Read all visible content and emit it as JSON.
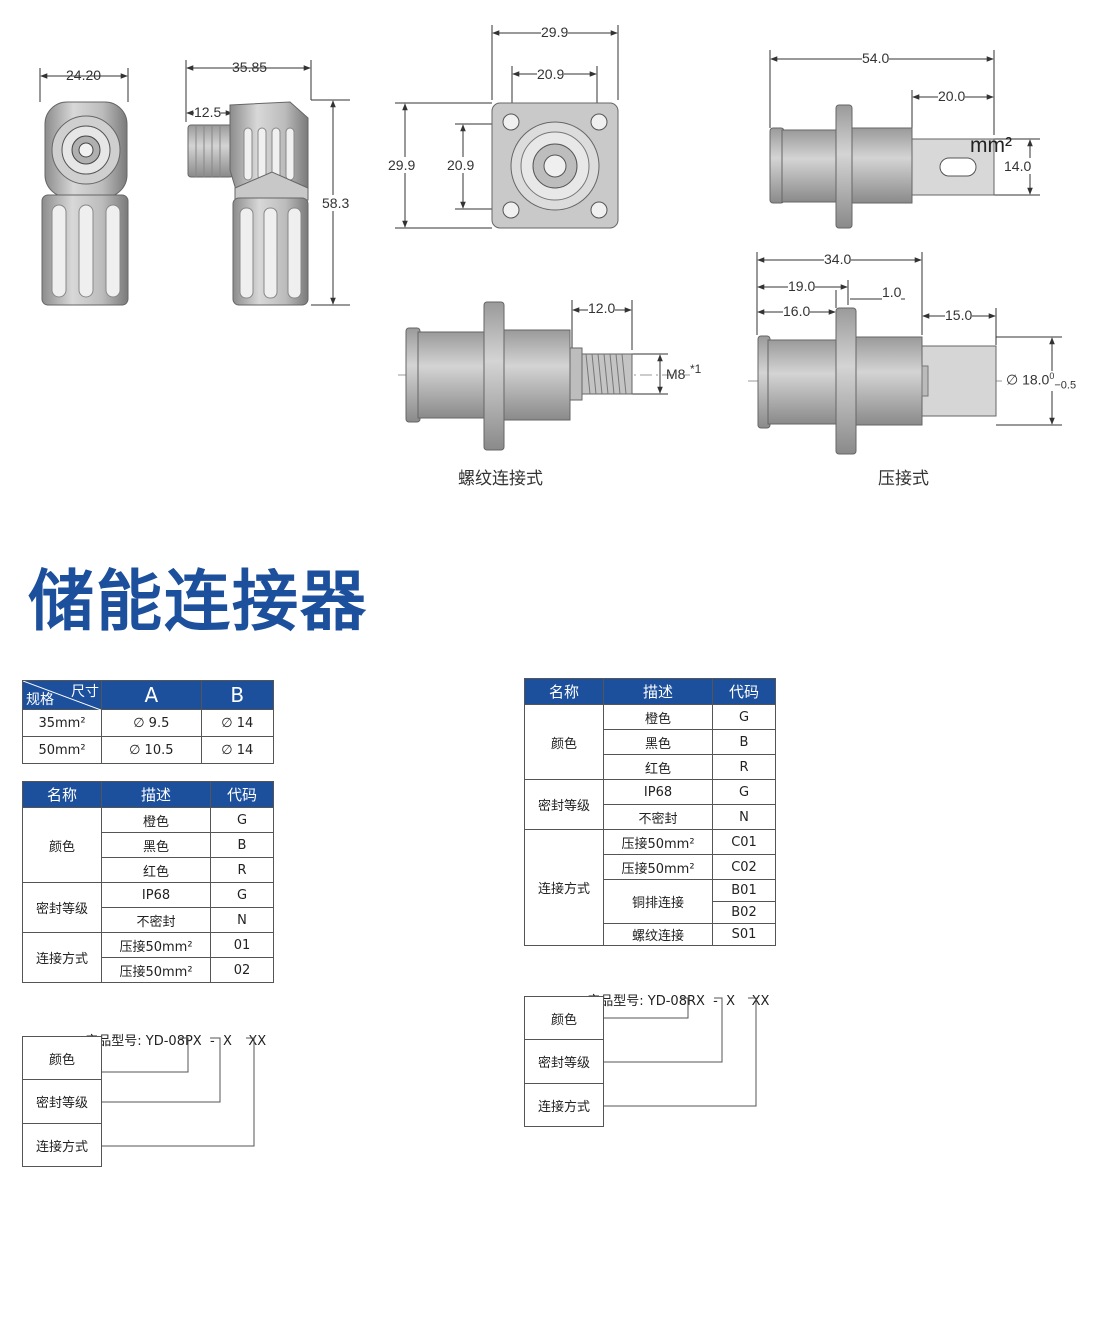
{
  "drawings": {
    "angled": {
      "dims": {
        "front_width": "24.20",
        "side_width": "35.85",
        "nose_length": "12.5",
        "height": "58.3"
      }
    },
    "flange": {
      "dims": {
        "outer_w": "29.9",
        "inner_w": "20.9",
        "outer_h": "29.9",
        "inner_h": "20.9"
      }
    },
    "copper_bar": {
      "dims": {
        "length": "54.0",
        "tab_length": "20.0",
        "tab_height": "14.0",
        "unit_label": "mm²"
      }
    },
    "screw": {
      "dims": {
        "thread_length": "12.0",
        "thread": "M8",
        "thread_mark": "*1"
      },
      "caption": "螺纹连接式"
    },
    "crimp": {
      "dims": {
        "total": "34.0",
        "d19": "19.0",
        "d16": "16.0",
        "d1": "1.0",
        "d15": "15.0",
        "dia_symbol": "∅",
        "dia": "18.0",
        "tol_upper": "0",
        "tol_lower": "−0.5"
      },
      "caption": "压接式"
    }
  },
  "section_title": "储能连接器",
  "size_table": {
    "corner_top": "尺寸",
    "corner_bottom": "规格",
    "headers": [
      "A",
      "B"
    ],
    "rows": [
      {
        "spec": "35mm²",
        "a": "∅ 9.5",
        "b": "∅ 14"
      },
      {
        "spec": "50mm²",
        "a": "∅ 10.5",
        "b": "∅ 14"
      }
    ]
  },
  "left_table": {
    "headers": [
      "名称",
      "描述",
      "代码"
    ],
    "groups": [
      {
        "name": "颜色",
        "items": [
          {
            "desc": "橙色",
            "code": "G"
          },
          {
            "desc": "黑色",
            "code": "B"
          },
          {
            "desc": "红色",
            "code": "R"
          }
        ]
      },
      {
        "name": "密封等级",
        "items": [
          {
            "desc": "IP68",
            "code": "G"
          },
          {
            "desc": "不密封",
            "code": "N"
          }
        ]
      },
      {
        "name": "连接方式",
        "items": [
          {
            "desc": "压接50mm²",
            "code": "01"
          },
          {
            "desc": "压接50mm²",
            "code": "02"
          }
        ]
      }
    ]
  },
  "right_table": {
    "headers": [
      "名称",
      "描述",
      "代码"
    ],
    "groups": [
      {
        "name": "颜色",
        "items": [
          {
            "desc": "橙色",
            "code": "G"
          },
          {
            "desc": "黑色",
            "code": "B"
          },
          {
            "desc": "红色",
            "code": "R"
          }
        ]
      },
      {
        "name": "密封等级",
        "items": [
          {
            "desc": "IP68",
            "code": "G"
          },
          {
            "desc": "不密封",
            "code": "N"
          }
        ]
      },
      {
        "name": "连接方式",
        "items": [
          {
            "desc": "压接50mm²",
            "code": "C01"
          },
          {
            "desc": "压接50mm²",
            "code": "C02"
          },
          {
            "desc": "铜排连接",
            "code": "B01"
          },
          {
            "desc": "",
            "code": "B02"
          },
          {
            "desc": "螺纹连接",
            "code": "S01"
          }
        ]
      }
    ]
  },
  "left_model": {
    "label": "产品型号: YD-08PX",
    "sep": "-",
    "x": "X",
    "xx": "XX",
    "boxes": [
      "颜色",
      "密封等级",
      "连接方式"
    ]
  },
  "right_model": {
    "label": "产品型号: YD-08RX",
    "sep": "-",
    "x": "X",
    "xx": "XX",
    "boxes": [
      "颜色",
      "密封等级",
      "连接方式"
    ]
  }
}
